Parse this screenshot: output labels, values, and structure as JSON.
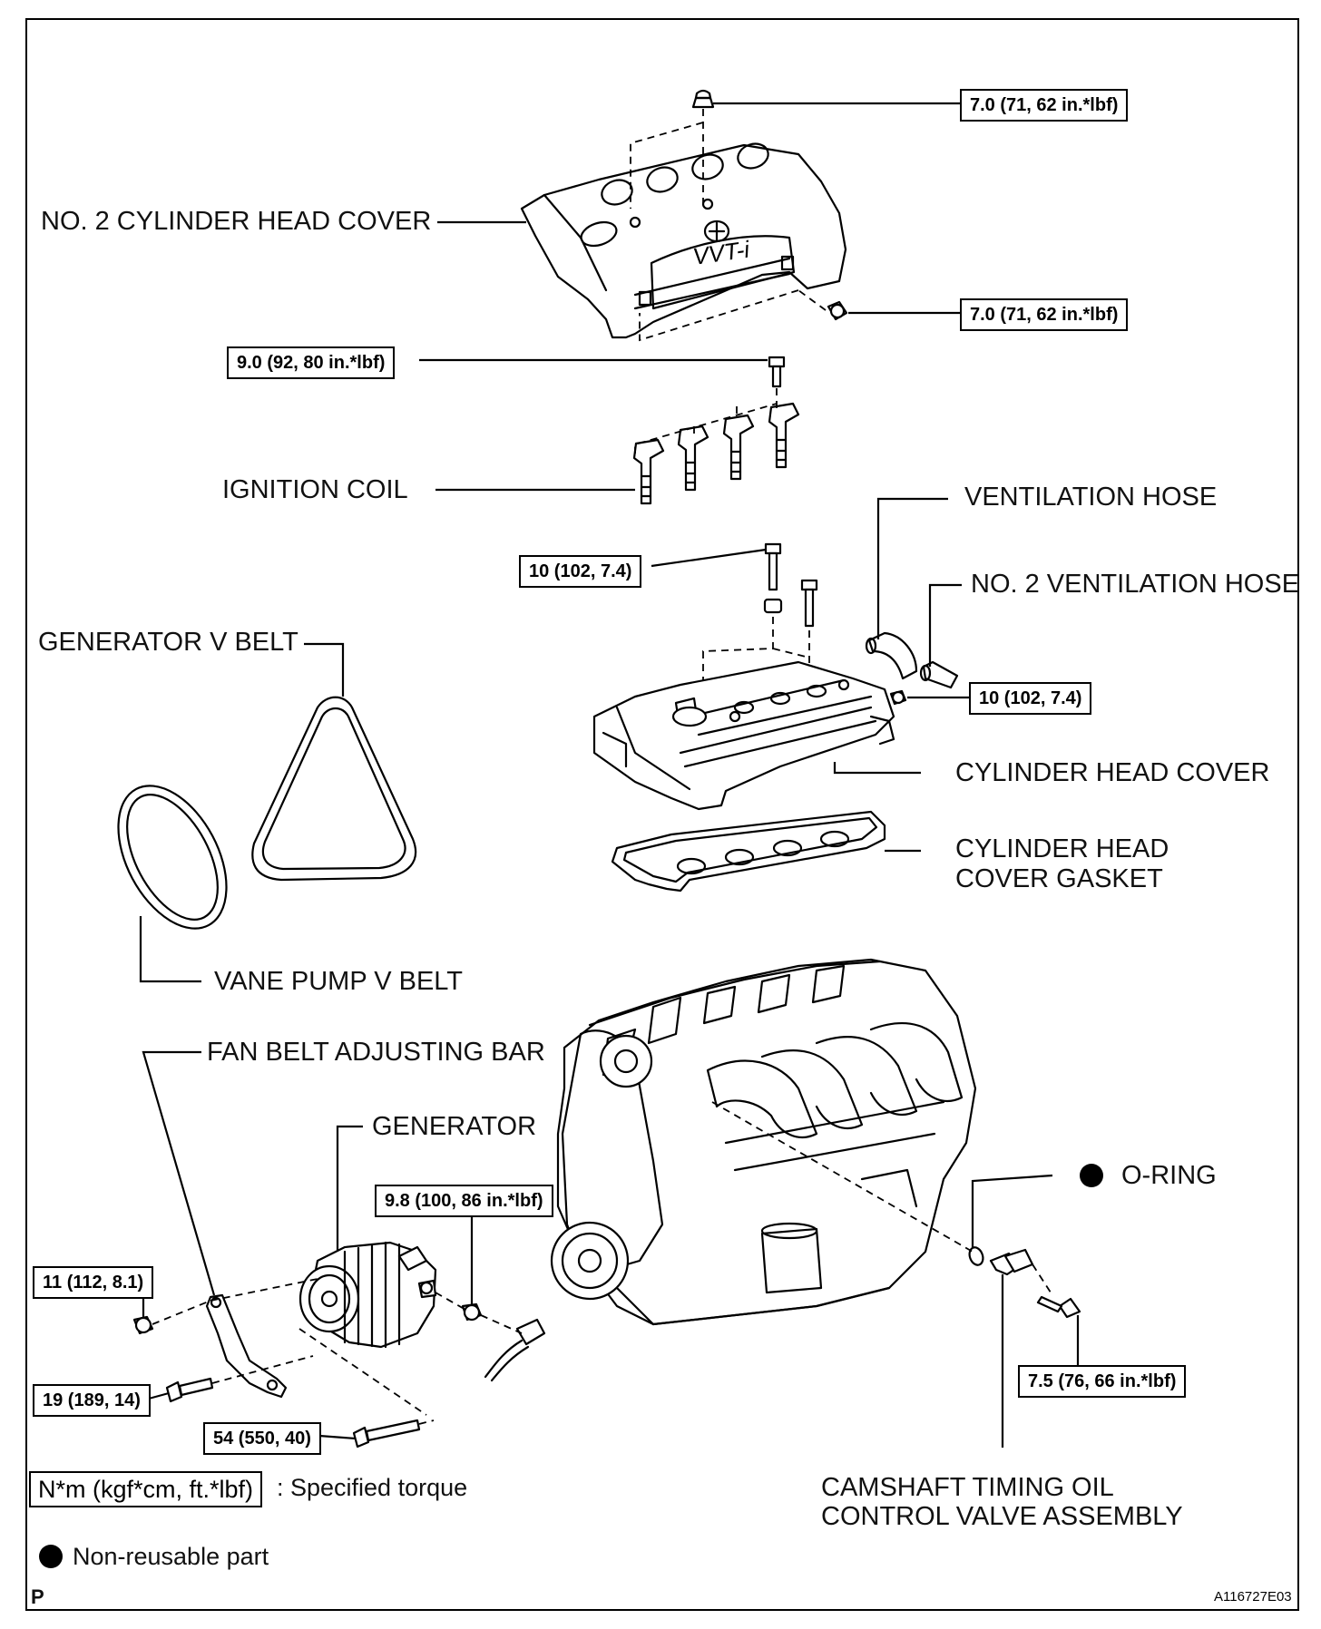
{
  "labels": {
    "no2_cyl_head_cover": "NO. 2 CYLINDER HEAD COVER",
    "ignition_coil": "IGNITION COIL",
    "ventilation_hose": "VENTILATION HOSE",
    "no2_ventilation_hose": "NO. 2 VENTILATION HOSE",
    "generator_v_belt": "GENERATOR V BELT",
    "cylinder_head_cover": "CYLINDER HEAD COVER",
    "cyl_head_cover_gasket_1": "CYLINDER HEAD",
    "cyl_head_cover_gasket_2": "COVER GASKET",
    "vane_pump_v_belt": "VANE PUMP V BELT",
    "fan_belt_adjusting_bar": "FAN BELT ADJUSTING BAR",
    "generator": "GENERATOR",
    "o_ring": "O-RING",
    "camshaft_valve_1": "CAMSHAFT TIMING OIL",
    "camshaft_valve_2": "CONTROL VALVE ASSEMBLY"
  },
  "torques": {
    "t1": "7.0 (71, 62 in.*lbf)",
    "t2": "7.0 (71, 62 in.*lbf)",
    "t3": "9.0 (92, 80 in.*lbf)",
    "t4": "10 (102, 7.4)",
    "t5": "10 (102, 7.4)",
    "t6": "9.8 (100, 86 in.*lbf)",
    "t7": "11 (112, 8.1)",
    "t8": "19 (189, 14)",
    "t9": "54 (550, 40)",
    "t10": "7.5 (76, 66 in.*lbf)"
  },
  "cover_logo_text": "VVT-i",
  "legend": {
    "unit_box": "N*m (kgf*cm, ft.*lbf)",
    "unit_desc": ": Specified torque",
    "nonreusable": "Non-reusable part"
  },
  "footer": {
    "corner_letter": "P",
    "figure_id": "A116727E03"
  }
}
